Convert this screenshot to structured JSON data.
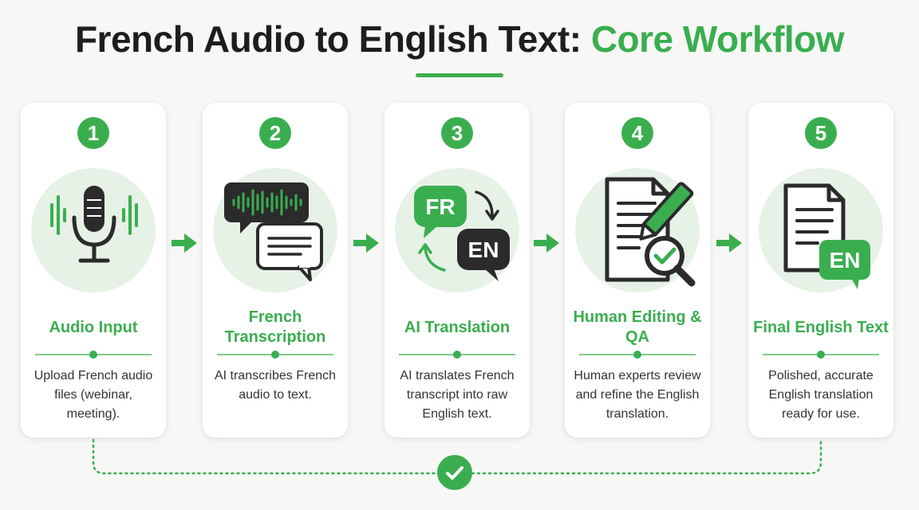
{
  "title": {
    "part1": "French Audio to English Text: ",
    "part2": "Core Workflow"
  },
  "colors": {
    "accent": "#3aae4f",
    "dark": "#2b2b2b",
    "halo": "#e6f2e6"
  },
  "steps": [
    {
      "number": "1",
      "title": "Audio Input",
      "description": "Upload French audio files (webinar, meeting).",
      "icon": "microphone-icon"
    },
    {
      "number": "2",
      "title": "French Transcription",
      "description": "AI transcribes French audio to text.",
      "icon": "speech-bubbles-waveform-icon"
    },
    {
      "number": "3",
      "title": "AI Translation",
      "description": "AI translates French transcript into raw English text.",
      "icon": "translate-fr-en-icon"
    },
    {
      "number": "4",
      "title": "Human Editing & QA",
      "description": "Human experts review and refine the English translation.",
      "icon": "document-edit-review-icon"
    },
    {
      "number": "5",
      "title": "Final English Text",
      "description": "Polished, accurate English translation ready for use.",
      "icon": "english-document-icon"
    }
  ],
  "badges": {
    "fr": "FR",
    "en": "EN",
    "en_final": "EN"
  },
  "footer": {
    "icon": "checkmark-icon"
  }
}
